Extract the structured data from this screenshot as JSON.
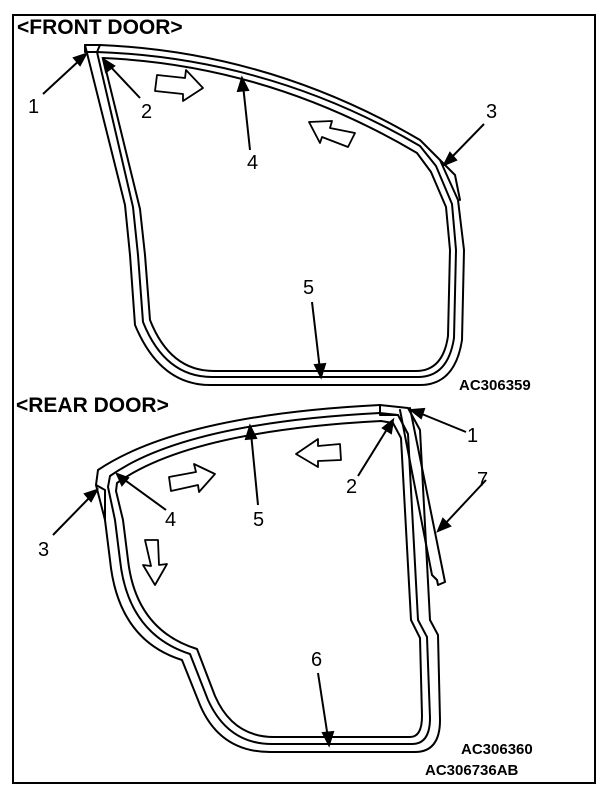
{
  "front_door": {
    "heading": "<FRONT DOOR>",
    "figure_code": "AC306359",
    "callouts": [
      "1",
      "2",
      "3",
      "4",
      "5"
    ]
  },
  "rear_door": {
    "heading": "<REAR DOOR>",
    "figure_code": "AC306360",
    "callouts": [
      "1",
      "2",
      "3",
      "4",
      "5",
      "6",
      "7"
    ]
  },
  "sheet_code": "AC306736AB"
}
